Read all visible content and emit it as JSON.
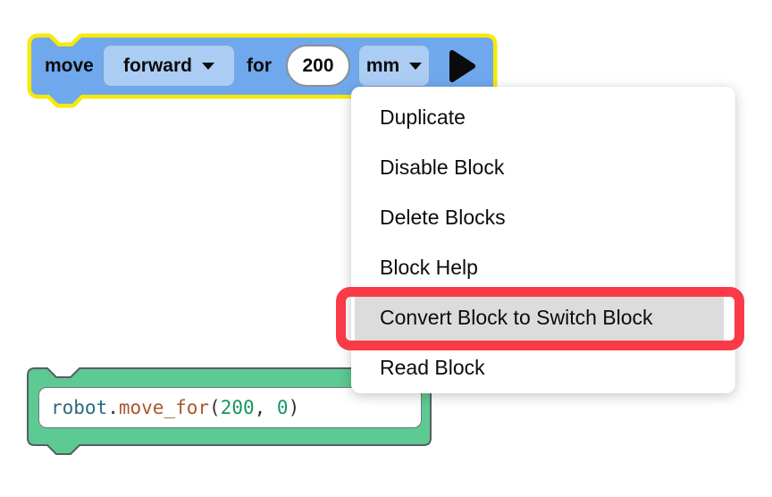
{
  "move_block": {
    "label_move": "move",
    "direction_value": "forward",
    "label_for": "for",
    "distance_value": "200",
    "unit_value": "mm",
    "colors": {
      "body": "#6fa8ec",
      "field": "#abcdf4",
      "highlight_outline": "#f8e90a"
    }
  },
  "context_menu": {
    "items": [
      {
        "label": "Duplicate"
      },
      {
        "label": "Disable Block"
      },
      {
        "label": "Delete Blocks"
      },
      {
        "label": "Block Help"
      },
      {
        "label": "Convert Block to Switch Block"
      },
      {
        "label": "Read Block"
      }
    ],
    "highlighted_item": "Convert Block to Switch Block",
    "highlighted_index": 4,
    "colors": {
      "annotation": "#fa3a47",
      "highlight_bg": "#dcdcdc"
    }
  },
  "code_block": {
    "code_text": "robot.move_for(200, 0)",
    "tokens": [
      {
        "text": "robot",
        "type": "object"
      },
      {
        "text": ".",
        "type": "punctuation"
      },
      {
        "text": "move_for",
        "type": "function"
      },
      {
        "text": "(",
        "type": "punctuation"
      },
      {
        "text": "200",
        "type": "number"
      },
      {
        "text": ", ",
        "type": "punctuation"
      },
      {
        "text": "0",
        "type": "number"
      },
      {
        "text": ")",
        "type": "punctuation"
      }
    ],
    "colors": {
      "body": "#5dc993",
      "object": "#2b6a7e",
      "function": "#a9572e",
      "number": "#149563"
    }
  }
}
